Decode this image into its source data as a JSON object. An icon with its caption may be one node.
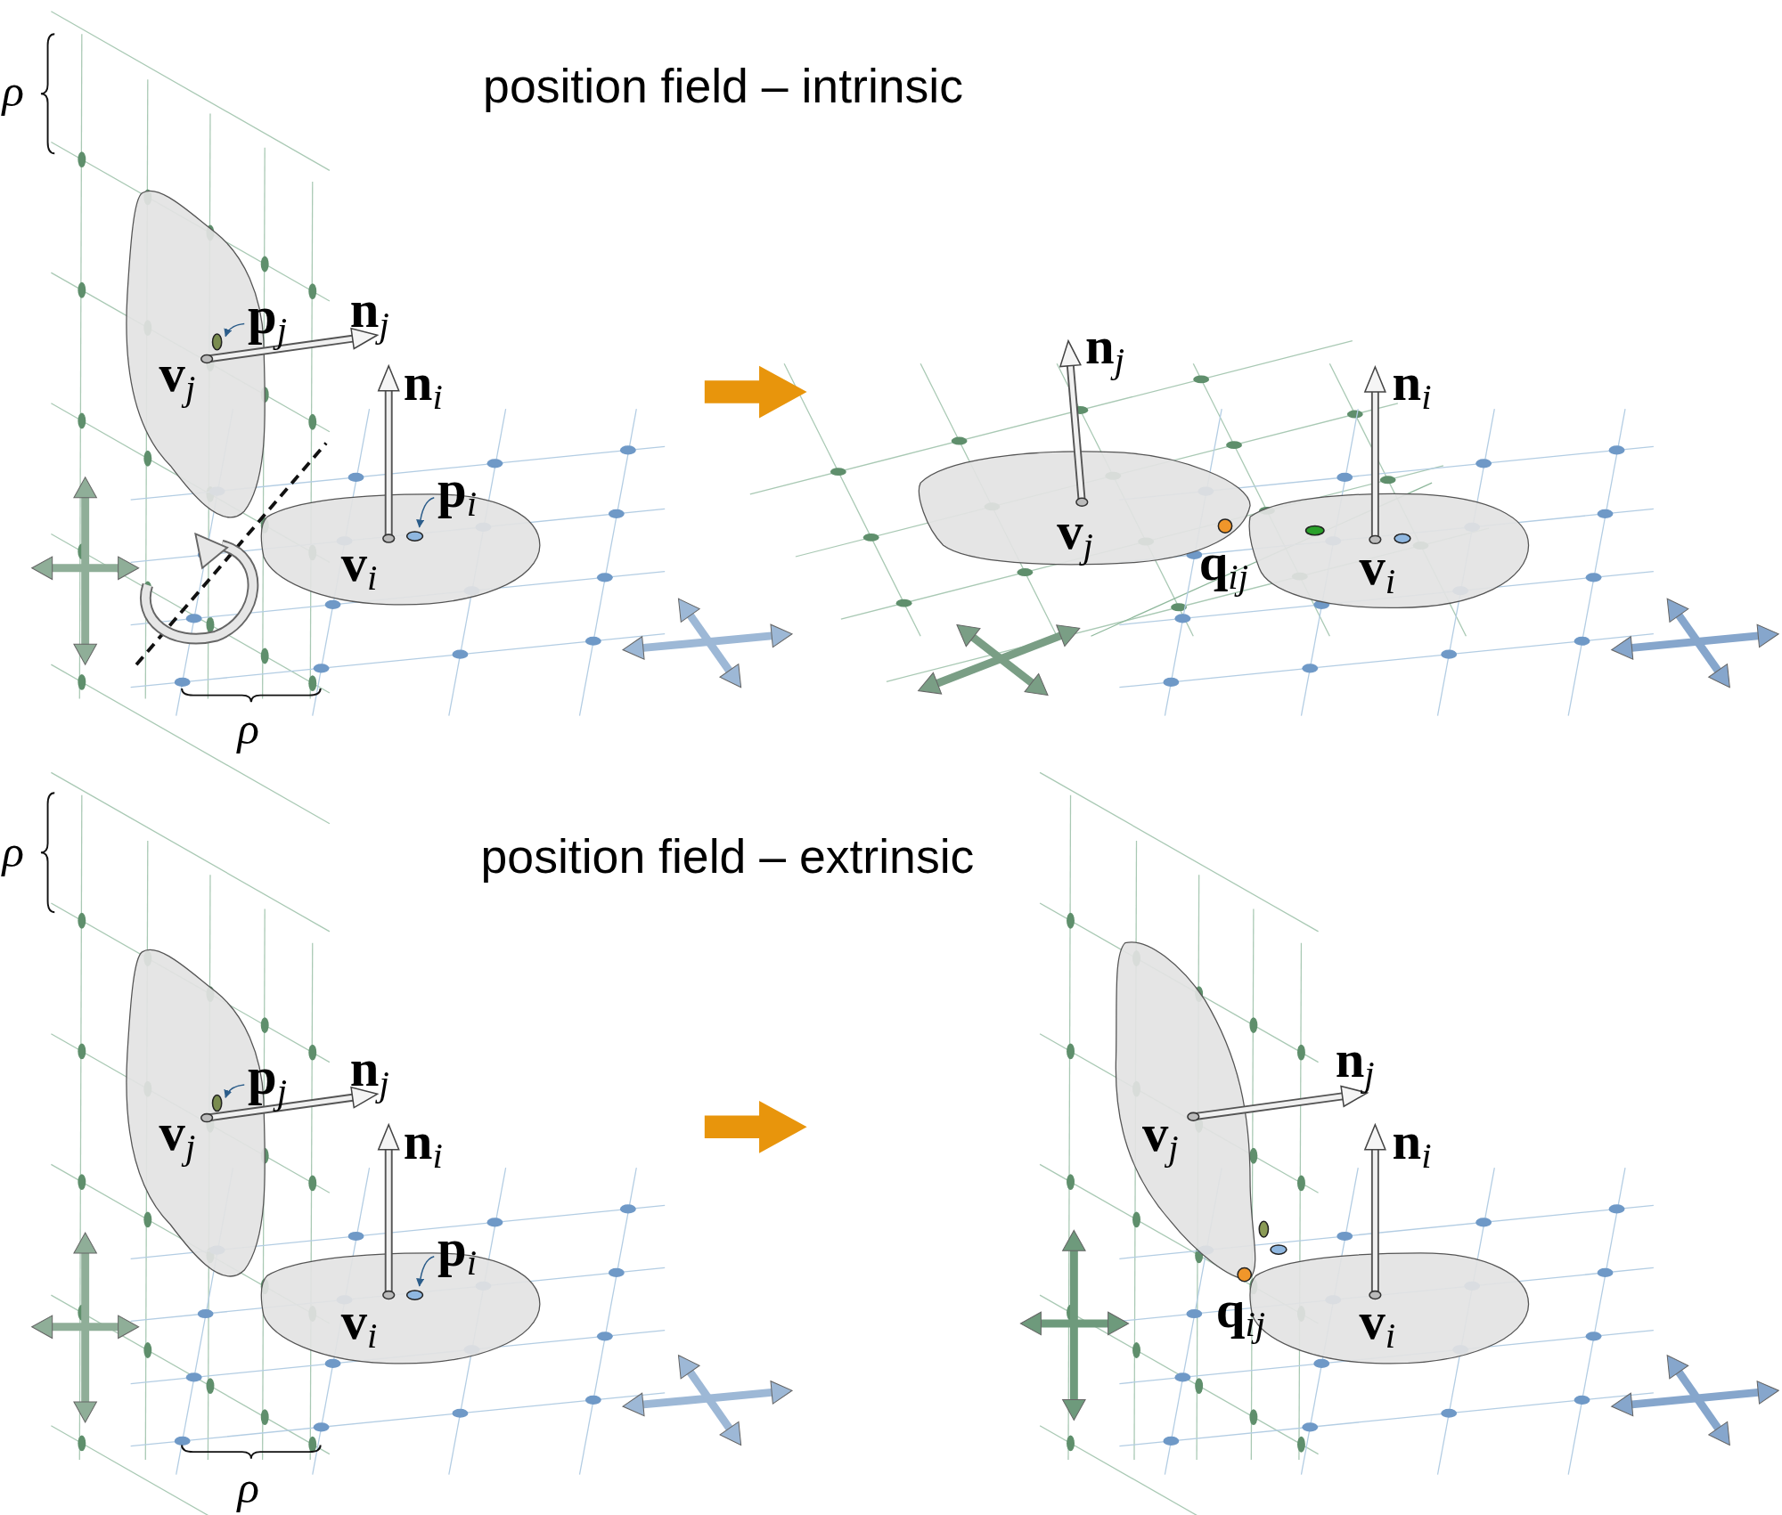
{
  "diagram": {
    "nodes": [
      {
        "text": [
          "**p**$_{j}$"
        ]
      },
      {
        "text": [],
        "shape": "circle"
      },
      {
        "text": [
          "**p**$_{i}$"
        ]
      },
      {
        "text": [],
        "shape": "circle"
      },
      {
        "text": [
          "**p**$_{j}$"
        ]
      },
      {
        "text": [],
        "shape": "circle"
      },
      {
        "text": [
          "**p**$_{i}$"
        ]
      },
      {
        "text": [],
        "shape": "circle"
      }
    ],
    "edges": [
      {
        "from": 0,
        "to": 1,
        "arrow": "to"
      },
      {
        "from": 2,
        "to": 3,
        "arrow": "to"
      },
      {
        "from": 4,
        "to": 5,
        "arrow": "to"
      },
      {
        "from": 6,
        "to": 7,
        "arrow": "to"
      }
    ],
    "labels": [
      "position field – intrinsic",
      "ρ",
      "**n**$_{j}$",
      "**v**$_{j}$",
      "**n**$_{i}$",
      "**v**$_{i}$",
      "ρ",
      "**n**$_{j}$",
      "**n**$_{i}$",
      "**v**$_{j}$",
      "**q**$_{ij}$",
      "**v**$_{i}$",
      "position field – extrinsic",
      "ρ",
      "**n**$_{j}$",
      "**v**$_{j}$",
      "**n**$_{i}$",
      "**v**$_{i}$",
      "ρ",
      "**n**$_{j}$",
      "**v**$_{j}$",
      "**n**$_{i}$",
      "**q**$_{ij}$",
      "**v**$_{i}$"
    ]
  }
}
